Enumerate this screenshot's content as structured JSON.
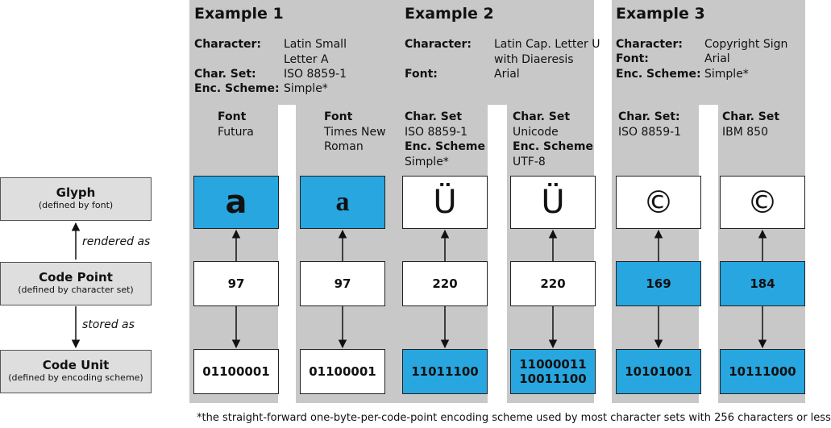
{
  "legend": {
    "glyph": {
      "title": "Glyph",
      "sub": "(defined by font)"
    },
    "code_point": {
      "title": "Code Point",
      "sub": "(defined by character set)"
    },
    "code_unit": {
      "title": "Code Unit",
      "sub": "(defined by encoding scheme)"
    },
    "rendered_as": "rendered as",
    "stored_as": "stored as"
  },
  "examples": [
    {
      "title": "Example 1",
      "info": [
        {
          "label": "Character:",
          "value": [
            "Latin Small",
            "Letter A"
          ]
        },
        {
          "label": "Char. Set:",
          "value": [
            "ISO 8859-1"
          ]
        },
        {
          "label": "Enc. Scheme:",
          "value": [
            "Simple*"
          ]
        }
      ],
      "columns": [
        {
          "head": [
            {
              "b": "Font"
            },
            {
              "t": "Futura"
            }
          ],
          "glyph": "a",
          "code_point": "97",
          "code_unit": [
            "01100001"
          ],
          "highlight": "glyph"
        },
        {
          "head": [
            {
              "b": "Font"
            },
            {
              "t": "Times New"
            },
            {
              "t": "Roman"
            }
          ],
          "glyph": "a",
          "code_point": "97",
          "code_unit": [
            "01100001"
          ],
          "highlight": "glyph"
        }
      ]
    },
    {
      "title": "Example 2",
      "info": [
        {
          "label": "Character:",
          "value": [
            "Latin Cap. Letter U",
            "with Diaeresis"
          ]
        },
        {
          "label": "Font:",
          "value": [
            "Arial"
          ]
        }
      ],
      "columns": [
        {
          "head": [
            {
              "b": "Char. Set"
            },
            {
              "t": "ISO 8859-1"
            },
            {
              "b": "Enc. Scheme"
            },
            {
              "t": "Simple*"
            }
          ],
          "glyph": "Ü",
          "code_point": "220",
          "code_unit": [
            "11011100"
          ],
          "highlight": "code_unit"
        },
        {
          "head": [
            {
              "b": "Char. Set"
            },
            {
              "t": "Unicode"
            },
            {
              "b": "Enc. Scheme"
            },
            {
              "t": "UTF-8"
            }
          ],
          "glyph": "Ü",
          "code_point": "220",
          "code_unit": [
            "11000011",
            "10011100"
          ],
          "highlight": "code_unit"
        }
      ]
    },
    {
      "title": "Example 3",
      "info": [
        {
          "label": "Character:",
          "value": [
            "Copyright Sign"
          ]
        },
        {
          "label": "Font:",
          "value": [
            "Arial"
          ]
        },
        {
          "label": "Enc. Scheme:",
          "value": [
            "Simple*"
          ]
        }
      ],
      "columns": [
        {
          "head": [
            {
              "b": "Char. Set:"
            },
            {
              "t": "ISO 8859-1"
            }
          ],
          "glyph": "©",
          "code_point": "169",
          "code_unit": [
            "10101001"
          ],
          "highlight": "code_point_unit"
        },
        {
          "head": [
            {
              "b": "Char. Set"
            },
            {
              "t": "IBM 850"
            }
          ],
          "glyph": "©",
          "code_point": "184",
          "code_unit": [
            "10111000"
          ],
          "highlight": "code_point_unit"
        }
      ]
    }
  ],
  "footnote": "*the straight-forward one-byte-per-code-point encoding scheme used by most character sets with 256 characters or less",
  "colors": {
    "highlight": "#27a6e0",
    "panel": "#c8c8c8",
    "legend_box": "#dedede"
  }
}
